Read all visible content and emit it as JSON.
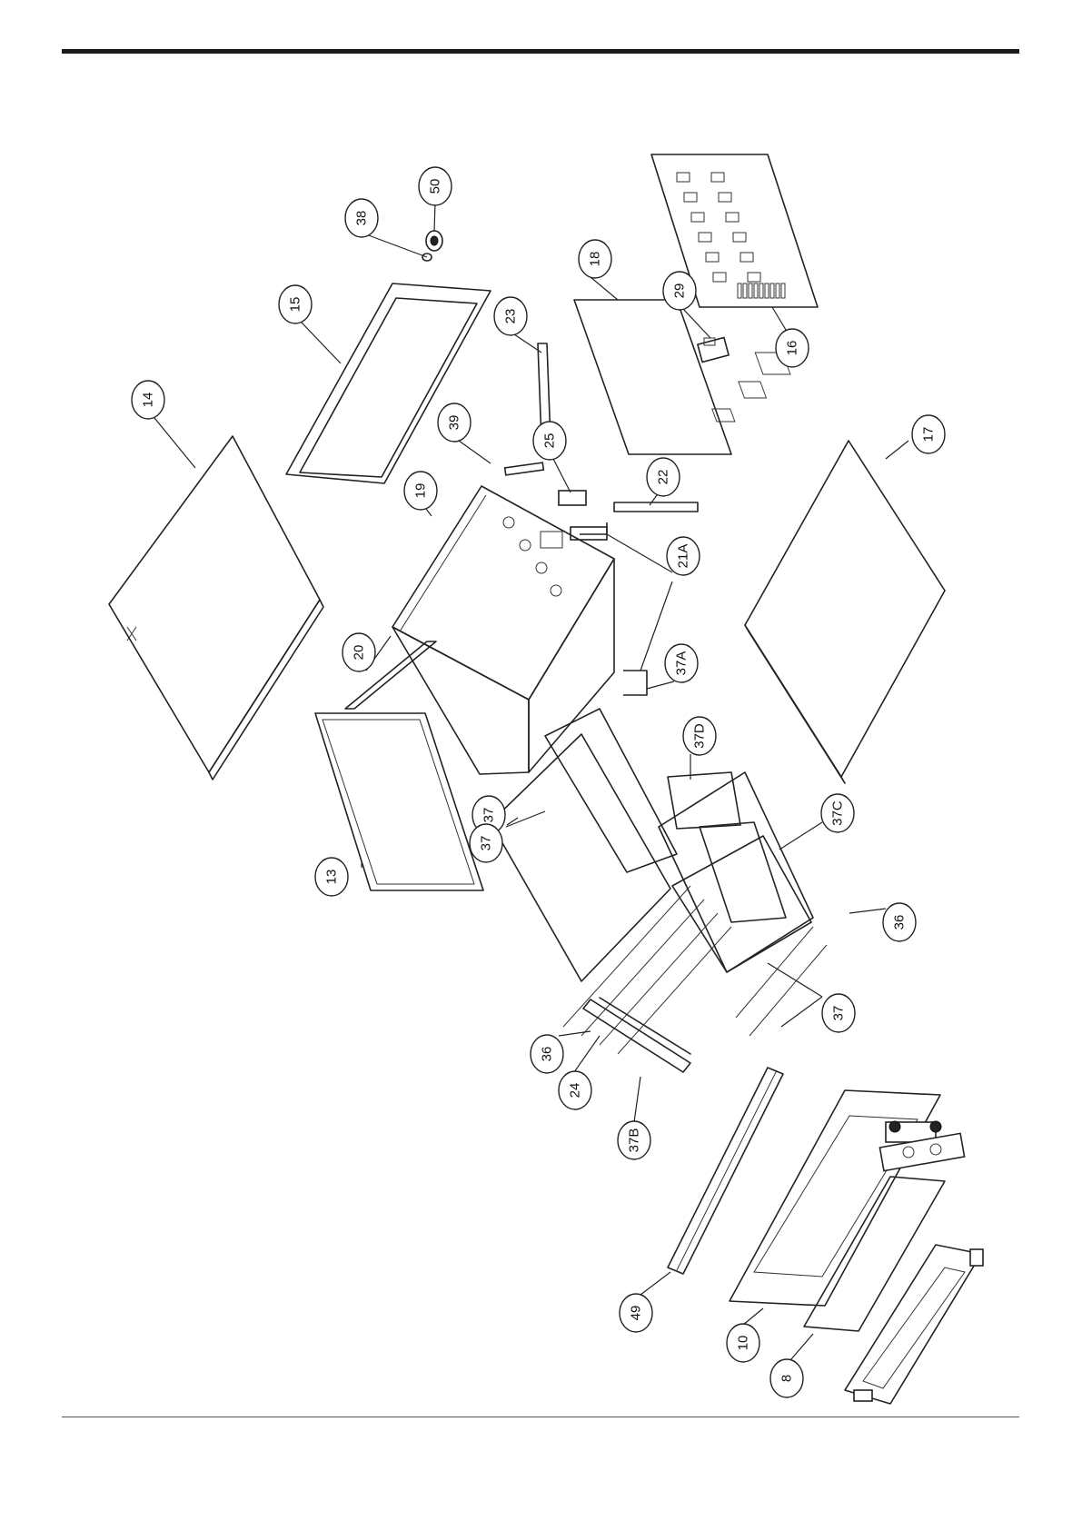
{
  "diagram": {
    "callouts": [
      {
        "id": "c14",
        "label": "14"
      },
      {
        "id": "c15",
        "label": "15"
      },
      {
        "id": "c38",
        "label": "38"
      },
      {
        "id": "c50",
        "label": "50"
      },
      {
        "id": "c18",
        "label": "18"
      },
      {
        "id": "c23",
        "label": "23"
      },
      {
        "id": "c29",
        "label": "29"
      },
      {
        "id": "c16",
        "label": "16"
      },
      {
        "id": "c39",
        "label": "39"
      },
      {
        "id": "c25",
        "label": "25"
      },
      {
        "id": "c19",
        "label": "19"
      },
      {
        "id": "c22",
        "label": "22"
      },
      {
        "id": "c21A",
        "label": "21A"
      },
      {
        "id": "c17",
        "label": "17"
      },
      {
        "id": "c20",
        "label": "20"
      },
      {
        "id": "c37A",
        "label": "37A"
      },
      {
        "id": "c37D",
        "label": "37D"
      },
      {
        "id": "c37a",
        "label": "37"
      },
      {
        "id": "c37b",
        "label": "37"
      },
      {
        "id": "c13",
        "label": "13"
      },
      {
        "id": "c37C",
        "label": "37C"
      },
      {
        "id": "c36a",
        "label": "36"
      },
      {
        "id": "c37c",
        "label": "37"
      },
      {
        "id": "c36b",
        "label": "36"
      },
      {
        "id": "c24",
        "label": "24"
      },
      {
        "id": "c37B",
        "label": "37B"
      },
      {
        "id": "c49",
        "label": "49"
      },
      {
        "id": "c10",
        "label": "10"
      },
      {
        "id": "c8",
        "label": "8"
      }
    ]
  },
  "colors": {
    "line": "#222222",
    "background": "#ffffff"
  }
}
